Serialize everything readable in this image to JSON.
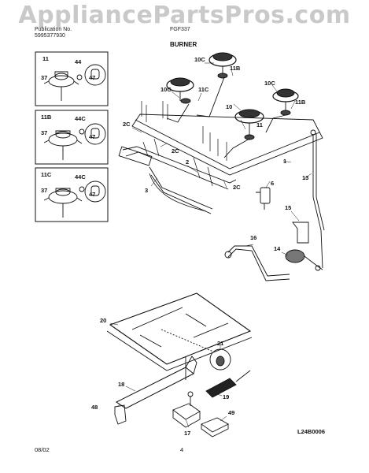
{
  "watermark": "AppliancePartsPros.com",
  "header": {
    "left_line1": "Publication No.",
    "left_line2": "5995377930",
    "right_line1": "FGF337",
    "title": "BURNER"
  },
  "inset_labels": {
    "a_main": "11",
    "a_44": "44",
    "a_37": "37",
    "a_47": "47",
    "b_main": "11B",
    "b_44c": "44C",
    "b_37": "37",
    "b_47": "47",
    "c_main": "11C",
    "c_44c": "44C",
    "c_37": "37",
    "c_47": "47"
  },
  "part_labels": {
    "p10c_top": "10C",
    "p11b_top": "11B",
    "p10c_left": "10C",
    "p11c": "11C",
    "p10c_right": "10C",
    "p11b_right": "11B",
    "p10": "10",
    "p11": "11",
    "p2c_a": "2C",
    "p2c_b": "2C",
    "p2c_c": "2C",
    "p2": "2",
    "p1": "1",
    "p3": "3",
    "p13": "13",
    "p6": "6",
    "p15": "15",
    "p16": "16",
    "p14": "14",
    "p20": "20",
    "p21": "21",
    "p18": "18",
    "p19": "19",
    "p48": "48",
    "p17": "17",
    "p49": "49"
  },
  "footer": {
    "date": "08/02",
    "page": "4",
    "code": "L24B0006"
  }
}
